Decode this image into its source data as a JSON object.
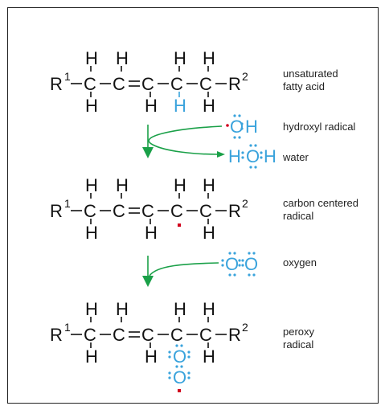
{
  "labels": {
    "acid_line1": "unsaturated",
    "acid_line2": "fatty acid",
    "hydroxyl": "hydroxyl radical",
    "water": "water",
    "carbon_line1": "carbon centered",
    "carbon_line2": "radical",
    "oxygen": "oxygen",
    "peroxy_line1": "peroxy",
    "peroxy_line2": "radical"
  },
  "atoms": {
    "R": "R",
    "one": "1",
    "two": "2",
    "C": "C",
    "H": "H",
    "O": "O"
  },
  "colors": {
    "blue": "#3aa3dc",
    "green_arrow": "#1aa048",
    "red_radical": "#d1001c",
    "text": "#111111"
  }
}
